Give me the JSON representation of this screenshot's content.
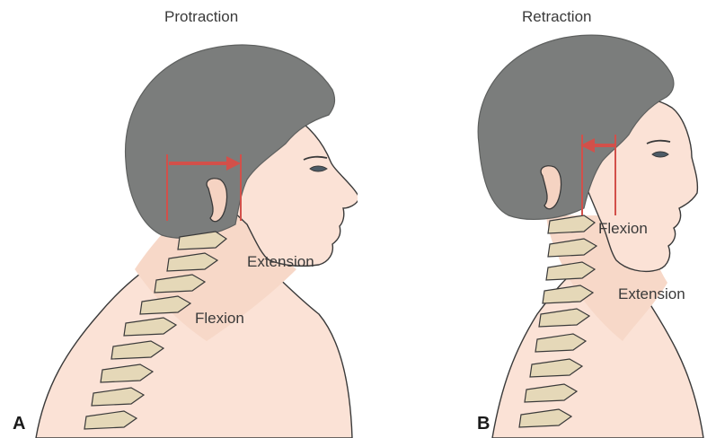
{
  "panel_a": {
    "letter": "A",
    "title": "Protraction",
    "label_extension": "Extension",
    "label_flexion": "Flexion"
  },
  "panel_b": {
    "letter": "B",
    "title": "Retraction",
    "label_flexion": "Flexion",
    "label_extension": "Extension"
  },
  "colors": {
    "hair": "#7b7d7c",
    "skin": "#fbe2d6",
    "skin_shadow": "#f2cdbd",
    "vertebra": "#e5d8b8",
    "outline": "#3a3a3a",
    "arrow": "#d2504a"
  }
}
